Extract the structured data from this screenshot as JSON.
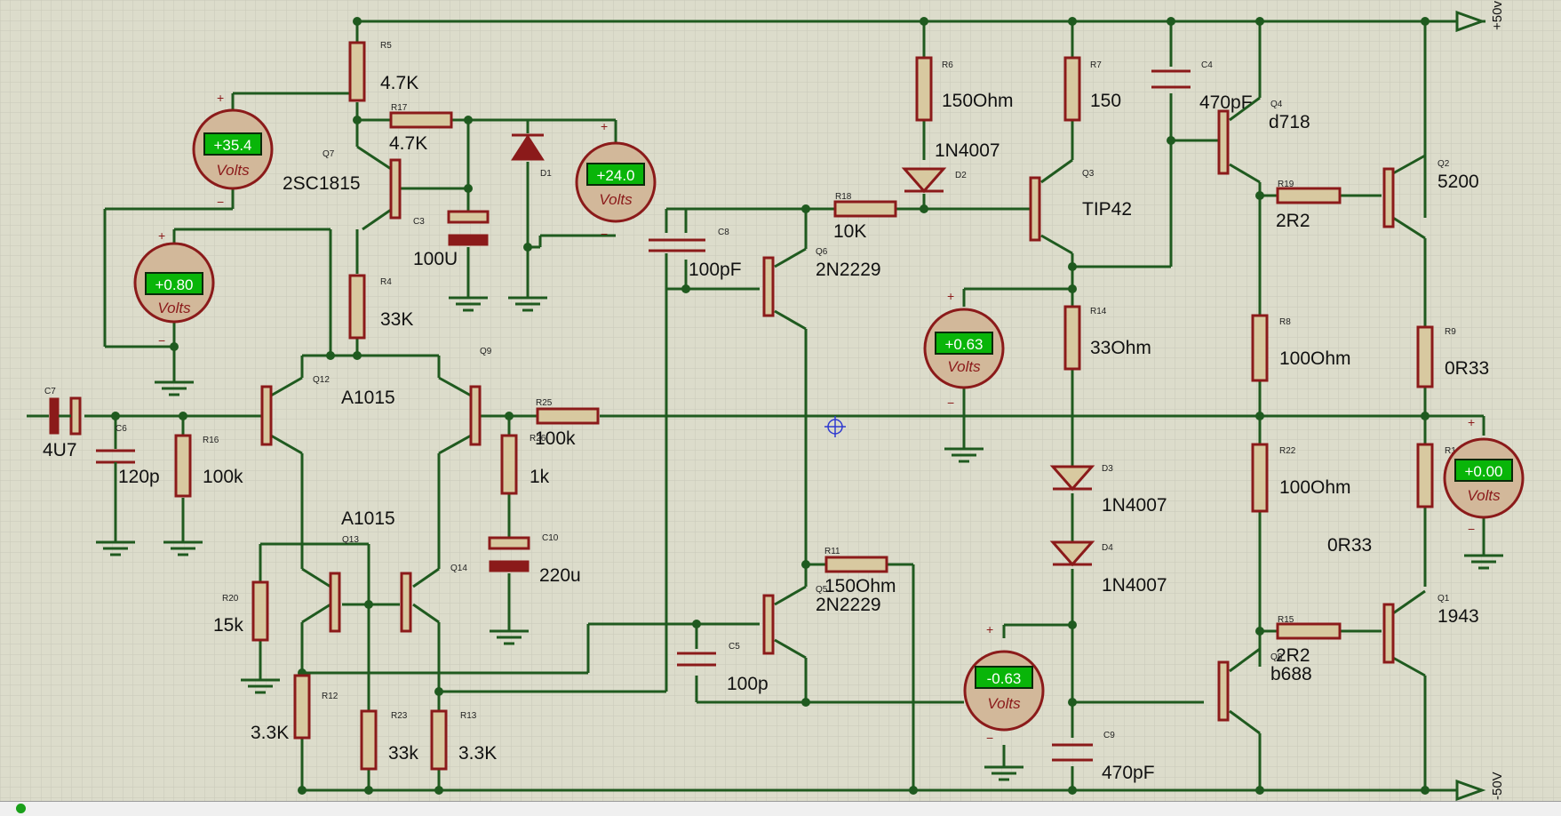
{
  "rails": {
    "positive": "+50v",
    "negative": "-50V"
  },
  "components": {
    "R5": {
      "ref": "R5",
      "value": "4.7K"
    },
    "R17": {
      "ref": "R17",
      "value": "4.7K"
    },
    "R4": {
      "ref": "R4",
      "value": "33K"
    },
    "R16": {
      "ref": "R16",
      "value": "100k"
    },
    "R20": {
      "ref": "R20",
      "value": "15k"
    },
    "R12": {
      "ref": "R12",
      "value": "3.3K"
    },
    "R23": {
      "ref": "R23",
      "value": "33k"
    },
    "R13": {
      "ref": "R13",
      "value": "3.3K"
    },
    "R25": {
      "ref": "R25",
      "value": "100k"
    },
    "R26": {
      "ref": "R26",
      "value": "1k"
    },
    "R6": {
      "ref": "R6",
      "value": "150Ohm"
    },
    "R18": {
      "ref": "R18",
      "value": "10K"
    },
    "R11": {
      "ref": "R11",
      "value": "150Ohm"
    },
    "R7": {
      "ref": "R7",
      "value": "150"
    },
    "R14": {
      "ref": "R14",
      "value": "33Ohm"
    },
    "R19": {
      "ref": "R19",
      "value": "2R2"
    },
    "R8": {
      "ref": "R8",
      "value": "100Ohm"
    },
    "R22": {
      "ref": "R22",
      "value": "100Ohm"
    },
    "R15": {
      "ref": "R15",
      "value": "2R2"
    },
    "R9": {
      "ref": "R9",
      "value": "0R33"
    },
    "R10": {
      "ref": "R1",
      "value": "0R33"
    },
    "C7": {
      "ref": "C7",
      "value": "4U7"
    },
    "C6": {
      "ref": "C6",
      "value": "120p"
    },
    "C3": {
      "ref": "C3",
      "value": "100U"
    },
    "C10": {
      "ref": "C10",
      "value": "220u"
    },
    "C8": {
      "ref": "C8",
      "value": "100pF"
    },
    "C5": {
      "ref": "C5",
      "value": "100p"
    },
    "C4": {
      "ref": "C4",
      "value": "470pF"
    },
    "C9": {
      "ref": "C9",
      "value": "470pF"
    },
    "D1": {
      "ref": "D1",
      "value": ""
    },
    "D2": {
      "ref": "D2",
      "value": "1N4007"
    },
    "D3": {
      "ref": "D3",
      "value": "1N4007"
    },
    "D4": {
      "ref": "D4",
      "value": "1N4007"
    },
    "Q7": {
      "ref": "Q7",
      "value": "2SC1815"
    },
    "Q12": {
      "ref": "Q12",
      "value": "A1015"
    },
    "Q9": {
      "ref": "Q9",
      "value": ""
    },
    "Q13": {
      "ref": "Q13",
      "value": "A1015"
    },
    "Q14": {
      "ref": "Q14",
      "value": ""
    },
    "Q6": {
      "ref": "Q6",
      "value": "2N2229"
    },
    "Q5": {
      "ref": "Q5",
      "value": "2N2229"
    },
    "Q3": {
      "ref": "Q3",
      "value": "TIP42"
    },
    "Q4": {
      "ref": "Q4",
      "value": "d718"
    },
    "Q2": {
      "ref": "Q2",
      "value": "5200"
    },
    "Q8": {
      "ref": "Q8",
      "value": "b688"
    },
    "Q1": {
      "ref": "Q1",
      "value": "1943"
    }
  },
  "voltmeters": [
    {
      "id": "vm1",
      "reading": "+35.4",
      "unit": "Volts"
    },
    {
      "id": "vm2",
      "reading": "+0.80",
      "unit": "Volts"
    },
    {
      "id": "vm3",
      "reading": "+24.0",
      "unit": "Volts"
    },
    {
      "id": "vm4",
      "reading": "+0.63",
      "unit": "Volts"
    },
    {
      "id": "vm5",
      "reading": "-0.63",
      "unit": "Volts"
    },
    {
      "id": "vm6",
      "reading": "+0.00",
      "unit": "Volts"
    }
  ],
  "colors": {
    "wire": "#1f5a1f",
    "component": "#8b1a1a",
    "background": "#dcdccb",
    "lcd": "#09b509"
  },
  "icons": {
    "probe": "crosshair-probe-icon",
    "ground": "ground-icon",
    "rail": "rail-arrow-icon"
  }
}
